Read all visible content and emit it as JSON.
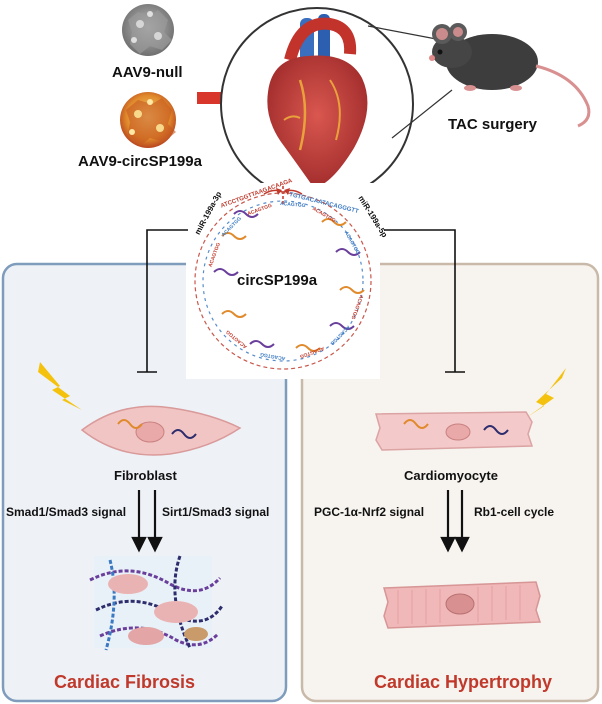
{
  "top": {
    "vector_null": "AAV9-null",
    "vector_circ": "AAV9-circSP199a",
    "surgery": "TAC surgery"
  },
  "circle": {
    "name": "circSP199a",
    "mir_left": "miR-199a-3p",
    "mir_right": "miR-199a-5p",
    "seq_top_red": "ATCCTGGTTAAGACAAGA",
    "seq_top_blue": "TGTGACAATACAGGGTT",
    "motif_repeat": "ACAGTGG"
  },
  "left_panel": {
    "cell": "Fibroblast",
    "signal_a": "Smad1/Smad3 signal",
    "signal_b": "Sirt1/Smad3 signal",
    "title": "Cardiac Fibrosis",
    "bg": "#eef2f7",
    "border": "#7f9cbd"
  },
  "right_panel": {
    "cell": "Cardiomyocyte",
    "signal_a": "PGC-1α-Nrf2 signal",
    "signal_b": "Rb1-cell cycle",
    "title": "Cardiac Hypertrophy",
    "bg": "#f7f3ef",
    "border": "#c9b9a8"
  },
  "colors": {
    "title_red": "#c0392b",
    "arrow_red": "#d9362b",
    "lightning": "#f4c20d",
    "seq_red": "#c0392b",
    "seq_blue": "#3a78c2"
  }
}
